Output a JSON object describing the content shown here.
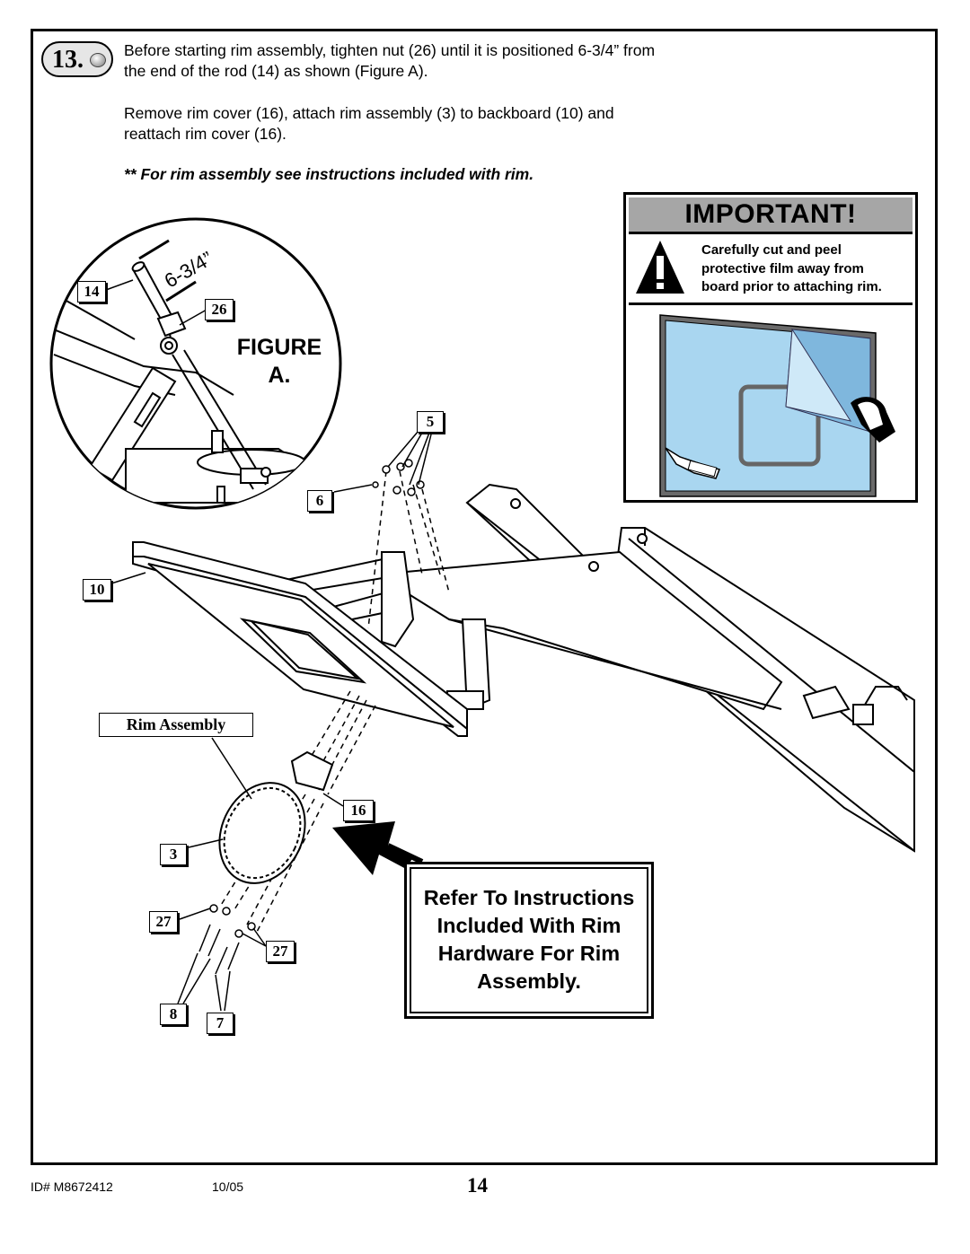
{
  "step": {
    "number": "13.",
    "paragraph1_line1": "Before starting rim assembly, tighten nut (26) until it is positioned 6-3/4” from",
    "paragraph1_line2": "the end of the rod (14) as shown (Figure A).",
    "paragraph2_line1": "Remove rim cover (16), attach rim assembly (3) to backboard (10) and",
    "paragraph2_line2": "reattach rim cover (16).",
    "note": "** For rim assembly see instructions included with rim."
  },
  "important": {
    "title": "IMPORTANT!",
    "text_line1": "Carefully cut and peel",
    "text_line2": "protective film away from",
    "text_line3": "board prior to attaching rim."
  },
  "figure_a": {
    "label_line1": "FIGURE",
    "label_line2": "A.",
    "dimension": "6-3/4”"
  },
  "callouts": {
    "c14": "14",
    "c26": "26",
    "c5": "5",
    "c6": "6",
    "c10": "10",
    "c16": "16",
    "c3": "3",
    "c27a": "27",
    "c27b": "27",
    "c8": "8",
    "c7": "7"
  },
  "rim_assembly_label": "Rim Assembly",
  "refer_box": {
    "line1": "Refer To Instructions",
    "line2": "Included With Rim",
    "line3": "Hardware For Rim",
    "line4": "Assembly."
  },
  "footer": {
    "id": "ID#  M8672412",
    "date": "10/05",
    "page": "14"
  },
  "colors": {
    "film_blue": "#a9d6f0",
    "important_header": "#a6a6a6"
  }
}
